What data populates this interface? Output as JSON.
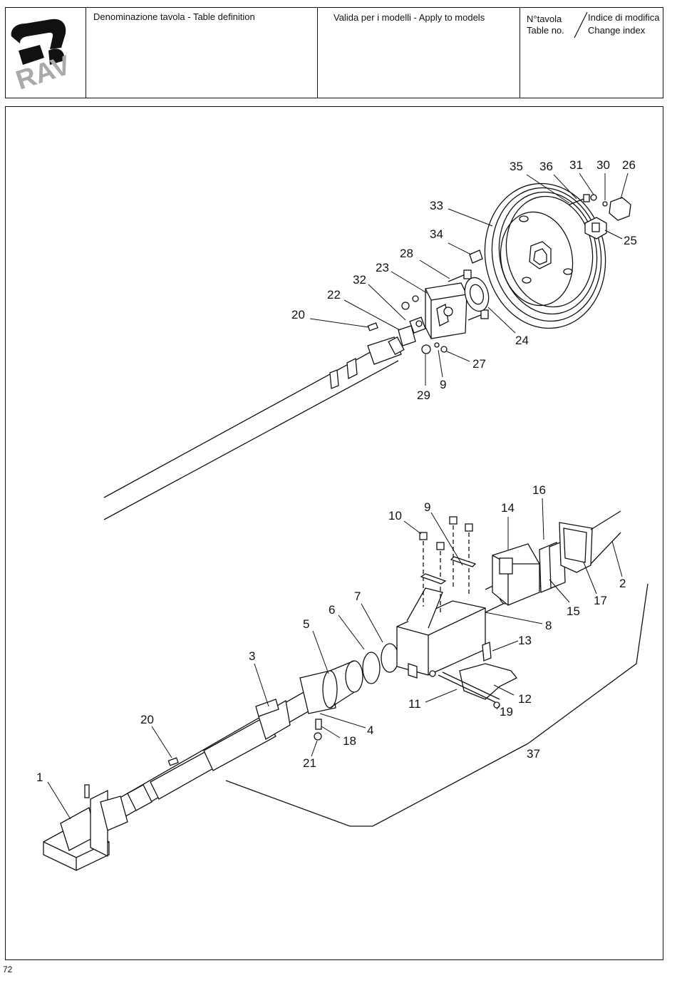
{
  "header": {
    "definition_label": "Denominazione tavola - Table definition",
    "models_label": "Valida per i modelli - Apply to models",
    "table_no_it": "N°tavola",
    "table_no_en": "Table no.",
    "change_index_it": "Indice di modifica",
    "change_index_en": "Change index"
  },
  "logo": {
    "text": "RAV",
    "icon": "rav-logo-icon"
  },
  "page_number": "72",
  "callouts": [
    "35",
    "36",
    "31",
    "30",
    "26",
    "33",
    "25",
    "34",
    "28",
    "23",
    "32",
    "22",
    "20",
    "24",
    "27",
    "9",
    "29",
    "16",
    "10",
    "9",
    "14",
    "2",
    "17",
    "15",
    "7",
    "6",
    "8",
    "5",
    "13",
    "3",
    "12",
    "11",
    "19",
    "4",
    "20",
    "18",
    "21",
    "37",
    "1"
  ]
}
